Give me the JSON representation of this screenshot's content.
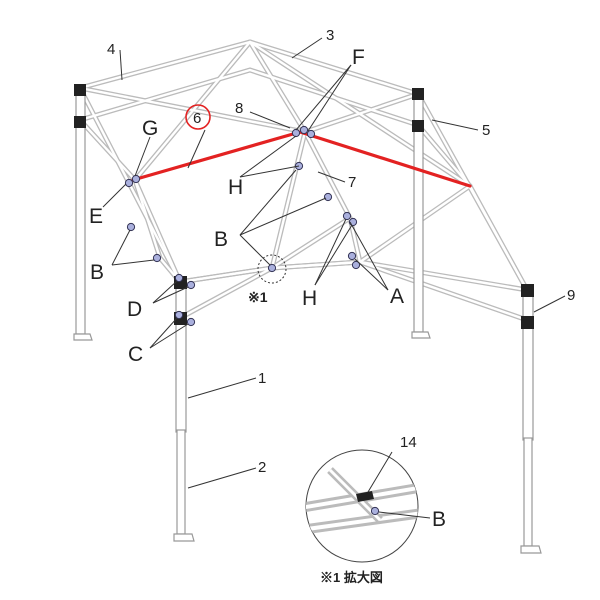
{
  "part_numbers": {
    "p1": "1",
    "p2": "2",
    "p3": "3",
    "p4": "4",
    "p5": "5",
    "p6": "6",
    "p7": "7",
    "p8": "8",
    "p9": "9",
    "p14": "14"
  },
  "part_letters": {
    "a": "A",
    "b": "B",
    "c": "C",
    "d": "D",
    "e": "E",
    "f": "F",
    "g": "G",
    "h": "H"
  },
  "inset": {
    "marker": "※1",
    "caption": "※1 拡大図",
    "part_number": "14",
    "part_letter": "B"
  },
  "colors": {
    "highlight": "#e32222",
    "frame": "#bbbbbb",
    "bolt": "#aab0dd"
  }
}
